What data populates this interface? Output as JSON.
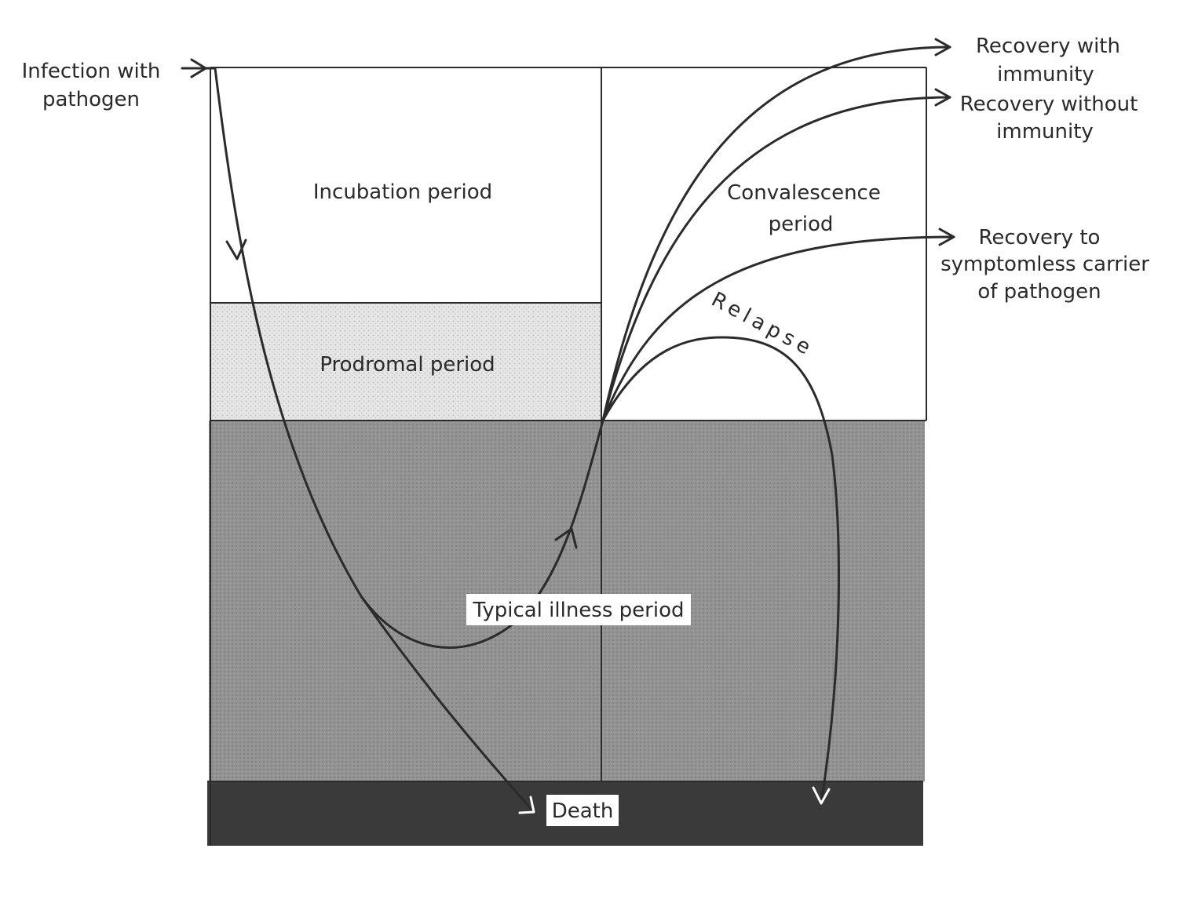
{
  "labels": {
    "infection_line1": "Infection with",
    "infection_line2": "pathogen",
    "incubation": "Incubation period",
    "prodromal": "Prodromal period",
    "typical_illness": "Typical illness period",
    "convalescence_line1": "Convalescence",
    "convalescence_line2": "period",
    "death": "Death",
    "relapse": "Relapse",
    "outcomes": {
      "with_immunity_line1": "Recovery with",
      "with_immunity_line2": "immunity",
      "without_immunity_line1": "Recovery without",
      "without_immunity_line2": "immunity",
      "carrier_line1": "Recovery to",
      "carrier_line2": "symptomless carrier",
      "carrier_line3": "of pathogen"
    }
  },
  "colors": {
    "ink": "#2b2b2b",
    "prodromal_fill": "#dcdcdc",
    "illness_fill": "#8e8e8e",
    "death_fill": "#3a3a3a",
    "background": "#ffffff"
  }
}
